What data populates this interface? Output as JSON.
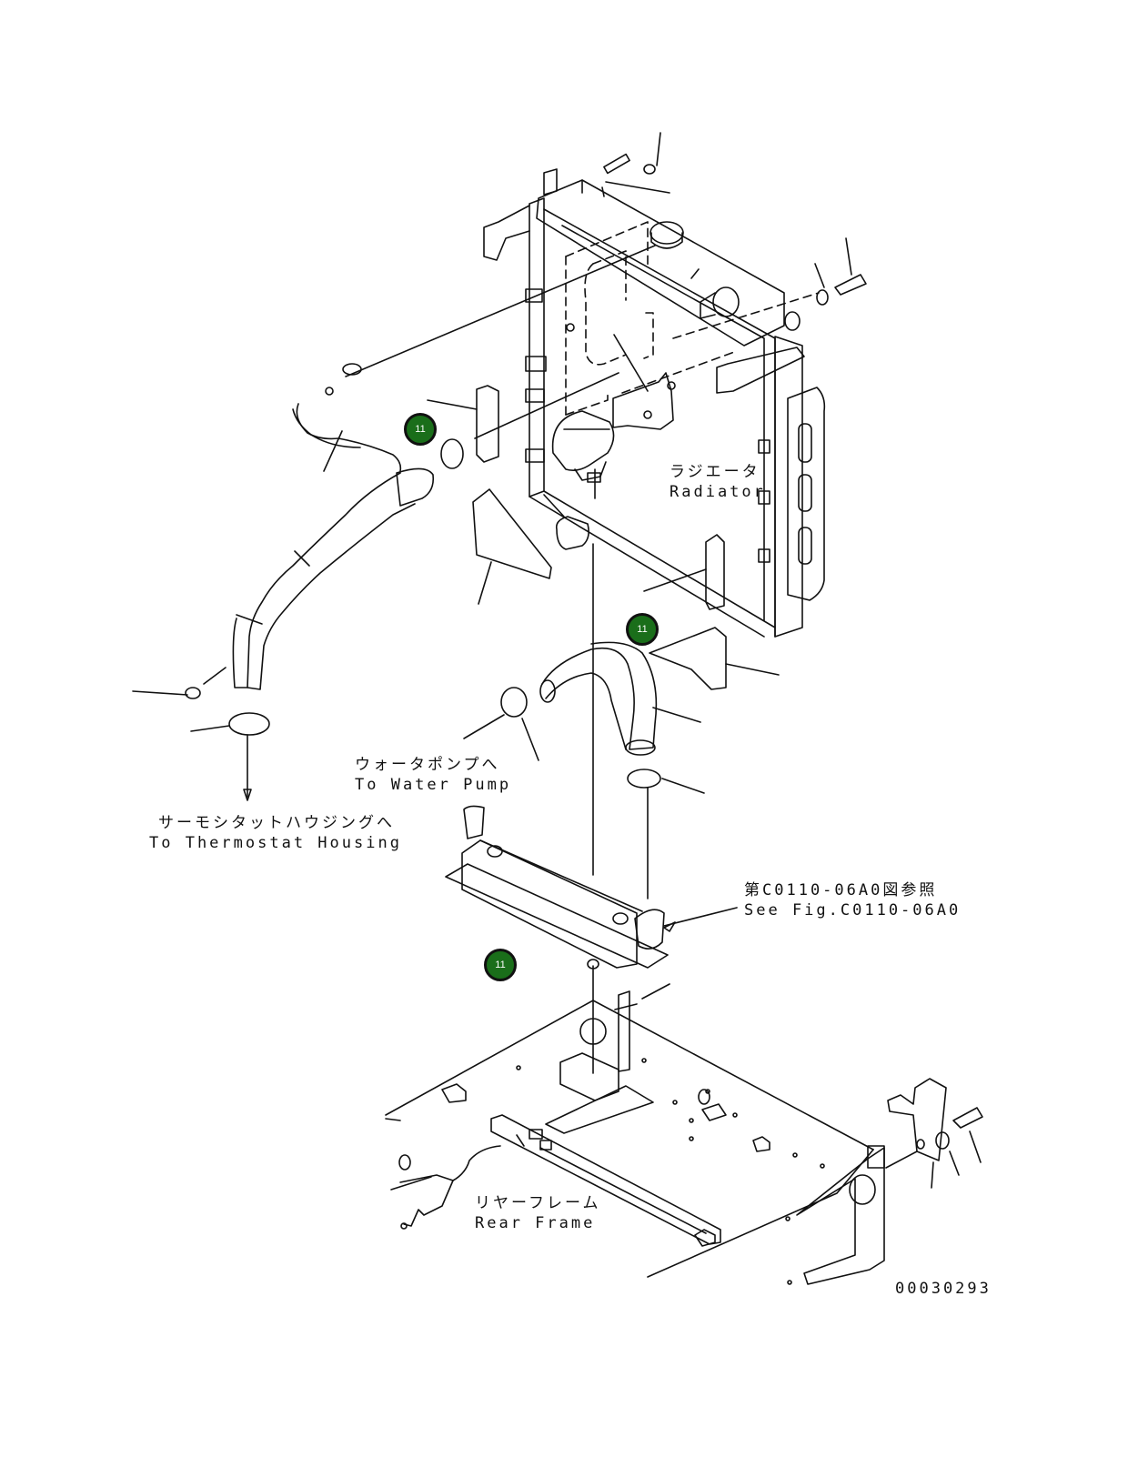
{
  "labels": {
    "radiator_jp": "ラジエータ",
    "radiator_en": "Radiator",
    "water_pump_jp": "ウォータポンプへ",
    "water_pump_en": "To Water Pump",
    "thermostat_jp": "サーモシタットハウジングへ",
    "thermostat_en": "To Thermostat Housing",
    "see_fig_jp": "第C0110-06A0図参照",
    "see_fig_en": "See Fig.C0110-06A0",
    "rear_frame_jp": "リヤーフレーム",
    "rear_frame_en": "Rear Frame",
    "drawing_number": "00030293"
  },
  "callouts": [
    {
      "text": "11"
    },
    {
      "text": "11"
    },
    {
      "text": "11"
    }
  ],
  "colors": {
    "callout_fill": "#1a6e1a",
    "line": "#111111"
  }
}
